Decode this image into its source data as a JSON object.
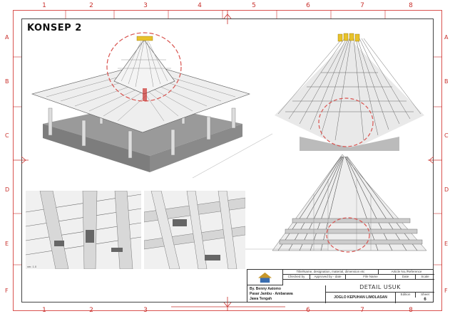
{
  "sheet": {
    "title": "KONSEP 2",
    "columns": [
      "1",
      "2",
      "3",
      "4",
      "5",
      "6",
      "7",
      "8"
    ],
    "rows": [
      "A",
      "B",
      "C",
      "D",
      "E",
      "F"
    ]
  },
  "title_block": {
    "hdr_title": "Title/Name, designation, material, dimension etc",
    "hdr_article": "Article No./Reference",
    "hdr_checked": "Checked by",
    "hdr_approved": "Approved by - date",
    "hdr_filename": "File Name",
    "hdr_date": "Date",
    "hdr_scale": "Scale",
    "author_line1": "By. Benny Aatomo",
    "author_line2": "Pasar Jambu - Ambarawa",
    "author_line3": "Jawa Tengah",
    "drawing_title": "DETAIL USUK",
    "project_name": "JOGLO KEPUHAN LIMOLASAN",
    "hdr_edition": "Edition",
    "hdr_sheet": "Sheet",
    "sheet_no": "6"
  },
  "caption_small": "ver. 1.0"
}
